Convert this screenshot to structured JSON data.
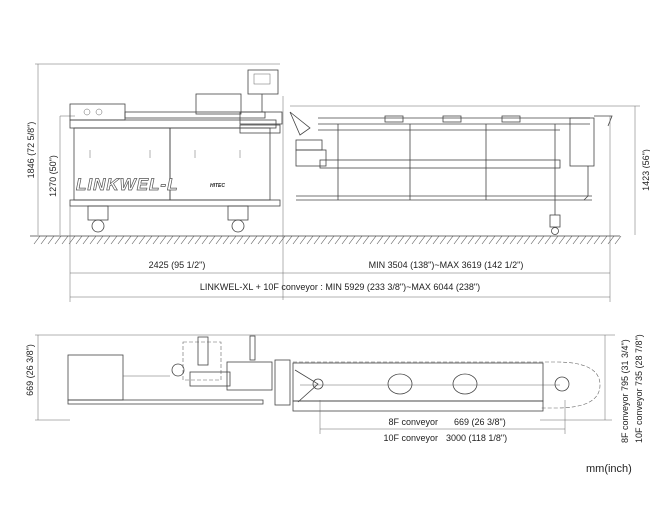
{
  "side_view": {
    "height_overall": "1846 (72 5/8\")",
    "height_table": "1270 (50\")",
    "height_conveyor": "1423 (56\")",
    "machine_logo": "LINKWEL-L",
    "brand_mark": "HITEC",
    "length_machine": "2425 (95 1/2\")",
    "length_conveyor": "MIN 3504 (138\")~MAX 3619 (142 1/2\")",
    "length_total": "LINKWEL-XL + 10F conveyor : MIN 5929 (233 3/8\")~MAX 6044 (238\")"
  },
  "top_view": {
    "width_machine": "669 (26 3/8\")",
    "conv8_label": "8F conveyor",
    "conv8_length": "669 (26 3/8\")",
    "conv10_label": "10F conveyor",
    "conv10_length": "3000 (118 1/8\")",
    "width_8f": "8F conveyor   795 (31 3/4\")",
    "width_10f": "10F conveyor   735 (28 7/8\")"
  },
  "units": "mm(inch)"
}
